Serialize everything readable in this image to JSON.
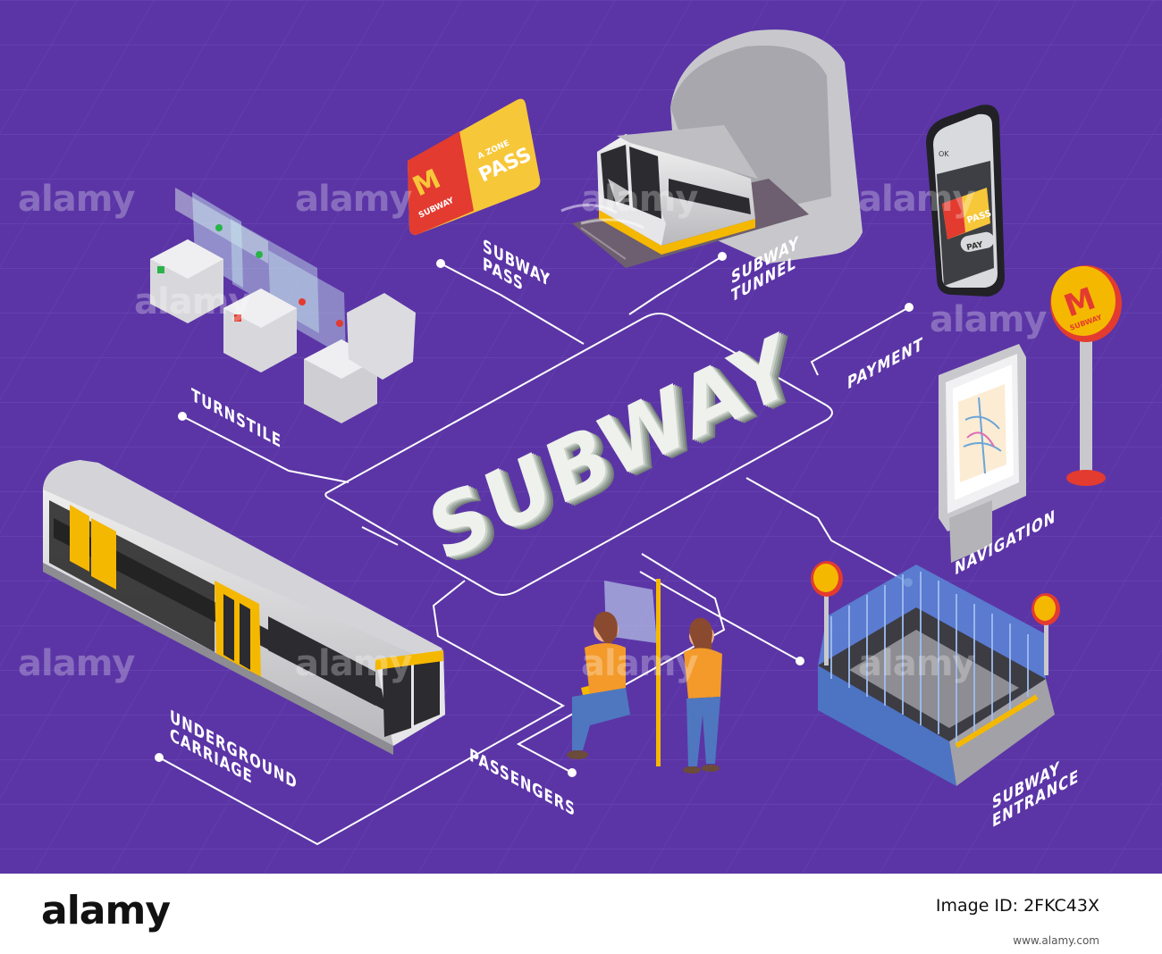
{
  "title": "SUBWAY",
  "labels": {
    "subway_pass": [
      "SUBWAY",
      "PASS"
    ],
    "subway_tunnel": [
      "SUBWAY",
      "TUNNEL"
    ],
    "payment": "PAYMENT",
    "turnstile": "TURNSTILE",
    "navigation": "NAVIGATION",
    "underground_carriage": [
      "UNDERGROUND",
      "CARRIAGE"
    ],
    "passengers": "PASSENGERS",
    "subway_entrance": [
      "SUBWAY",
      "ENTRANCE"
    ]
  },
  "card": {
    "logo_letter": "M",
    "logo_word": "SUBWAY",
    "zone": "A ZONE",
    "pass": "PASS"
  },
  "phone": {
    "ok": "OK",
    "pay": "PAY",
    "pass": "PASS"
  },
  "sign": {
    "logo_letter": "M",
    "logo_word": "SUBWAY"
  },
  "watermark": "alamy",
  "footer": {
    "logo": "alamy",
    "image_id": "Image ID: 2FKC43X",
    "url": "www.alamy.com"
  },
  "colors": {
    "background": "#5b35a6",
    "accent_yellow": "#f5b800",
    "accent_red": "#e33b2f",
    "line": "#ffffff"
  }
}
